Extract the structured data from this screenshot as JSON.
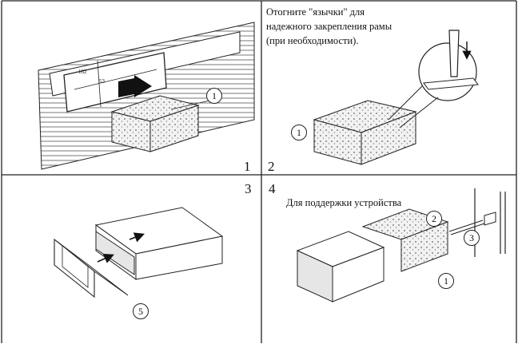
{
  "panels": [
    {
      "step": "1",
      "callouts": [
        "1"
      ],
      "dimensions": [
        "182",
        "53"
      ]
    },
    {
      "step": "2",
      "caption": [
        "Отогните \"язычки\" для",
        "надежного закрепления рамы",
        "(при необходимости)."
      ],
      "callouts": [
        "1"
      ]
    },
    {
      "step": "3",
      "callouts": [
        "5"
      ]
    },
    {
      "step": "4",
      "caption": [
        "Для поддержки устройства"
      ],
      "callouts": [
        "2",
        "3",
        "1"
      ]
    }
  ]
}
